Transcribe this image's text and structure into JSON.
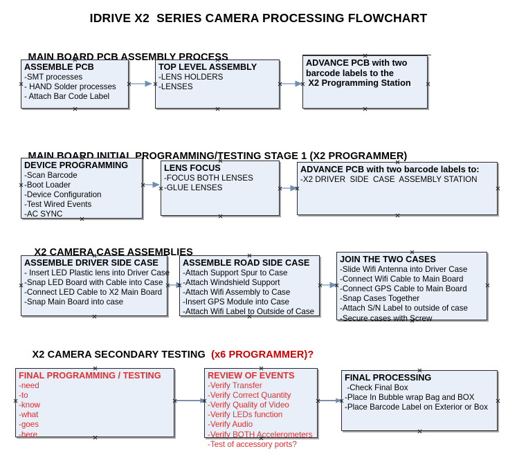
{
  "title": "IDRIVE X2  SERIES CAMERA PROCESSING FLOWCHART",
  "sections": [
    {
      "id": "main-board-pcb-assembly-process",
      "header": "MAIN BOARD PCB ASSEMBLY PROCESS",
      "header_accent": "",
      "nodes": [
        {
          "id": "assemble-pcb",
          "title": "ASSEMBLE PCB",
          "lines": [
            "-SMT processes",
            "- HAND Solder processes",
            "- Attach Bar Code Label"
          ],
          "color": "black"
        },
        {
          "id": "top-level-assembly",
          "title": "TOP LEVEL ASSEMBLY",
          "lines": [
            "-LENS HOLDERS",
            "-LENSES"
          ],
          "color": "black"
        },
        {
          "id": "advance-pcb-to-x2-programming-station",
          "title": "ADVANCE PCB with two",
          "lines": [
            "barcode labels to the",
            " X2 Programming Station"
          ],
          "color": "black"
        }
      ]
    },
    {
      "id": "main-board-initial-programming-testing-stage-1",
      "header": "MAIN BOARD INITIAL PROGRAMMING/TESTING STAGE 1 (X2 PROGRAMMER)",
      "header_accent": "",
      "nodes": [
        {
          "id": "device-programming",
          "title": "DEVICE PROGRAMMING",
          "lines": [
            "-Scan Barcode",
            "-Boot Loader",
            "-Device Configuration",
            "-Test Wired Events",
            "-AC SYNC"
          ],
          "color": "black"
        },
        {
          "id": "lens-focus",
          "title": "LENS FOCUS",
          "lines": [
            "-FOCUS BOTH LENSES",
            "-GLUE LENSES"
          ],
          "color": "black"
        },
        {
          "id": "advance-pcb-to-driver-side-case-assembly",
          "title": "ADVANCE PCB with two barcode labels to:",
          "lines": [
            "-X2 DRIVER  SIDE  CASE  ASSEMBLY STATION"
          ],
          "color": "black"
        }
      ]
    },
    {
      "id": "x2-camera-case-assemblies",
      "header": "X2 CAMERA CASE ASSEMBLIES",
      "header_accent": "",
      "nodes": [
        {
          "id": "assemble-driver-side-case",
          "title": "ASSEMBLE DRIVER SIDE CASE",
          "lines": [
            "- Insert LED Plastic lens into Driver Case",
            "-Snap LED Board with Cable into Case",
            "-Connect LED Cable to X2 Main Board",
            "-Snap Main Board into case"
          ],
          "color": "black"
        },
        {
          "id": "assemble-road-side-case",
          "title": "ASSEMBLE ROAD SIDE CASE",
          "lines": [
            "-Attach Support Spur to Case",
            "-Attach Windshield Support",
            "-Attach Wifi Assembly to Case",
            "-Insert GPS Module into Case",
            "-Attach Wifi Label to Outside of Case"
          ],
          "color": "black"
        },
        {
          "id": "join-the-two-cases",
          "title": "JOIN THE TWO CASES",
          "lines": [
            "-Slide Wifi Antenna into Driver Case",
            "-Connect Wifi Cable to Main Board",
            "-Connect GPS Cable to Main Board",
            "-Snap Cases Together",
            "-Attach S/N Label to outside of case",
            "-Secure cases with Screw"
          ],
          "color": "black"
        }
      ]
    },
    {
      "id": "x2-camera-secondary-testing",
      "header": "X2 CAMERA SECONDARY TESTING  ",
      "header_accent": "(x6 PROGRAMMER)?",
      "nodes": [
        {
          "id": "final-programming-testing",
          "title": "FINAL PROGRAMMING / TESTING",
          "lines": [
            "-need",
            "-to",
            "-know",
            "-what",
            "-goes",
            "-here"
          ],
          "color": "red"
        },
        {
          "id": "review-of-events",
          "title": "REVIEW OF EVENTS",
          "lines": [
            "-Verify Transfer",
            "-Verify Correct Quantity",
            "-Verify Quality of Video",
            "-Verify LEDs function",
            "-Verify Audio",
            "-Verify BOTH Accelerometers",
            "-Test of accessory ports?"
          ],
          "color": "red"
        },
        {
          "id": "final-processing",
          "title": "FINAL PROCESSING",
          "lines": [
            " -Check Final Box",
            "-Place In Bubble wrap Bag and BOX",
            "-Place Barcode Label on Exterior or Box"
          ],
          "color": "black"
        }
      ]
    }
  ],
  "colors": {
    "node_fill": "#e9eff8",
    "node_border": "#2a2a2a",
    "connector": "#8aa5c4",
    "accent_red": "#cc0000",
    "node_red_text": "#e03030",
    "background": "#ffffff"
  },
  "connectors": [
    {
      "id": "assemble-pcb-to-top-level-assembly"
    },
    {
      "id": "top-level-assembly-to-advance-pcb"
    },
    {
      "id": "device-programming-to-lens-focus"
    },
    {
      "id": "lens-focus-to-advance-pcb"
    },
    {
      "id": "driver-side-case-to-road-side-case"
    },
    {
      "id": "road-side-case-to-join-the-two-cases"
    },
    {
      "id": "final-programming-to-review-of-events"
    },
    {
      "id": "review-of-events-to-final-processing"
    }
  ]
}
